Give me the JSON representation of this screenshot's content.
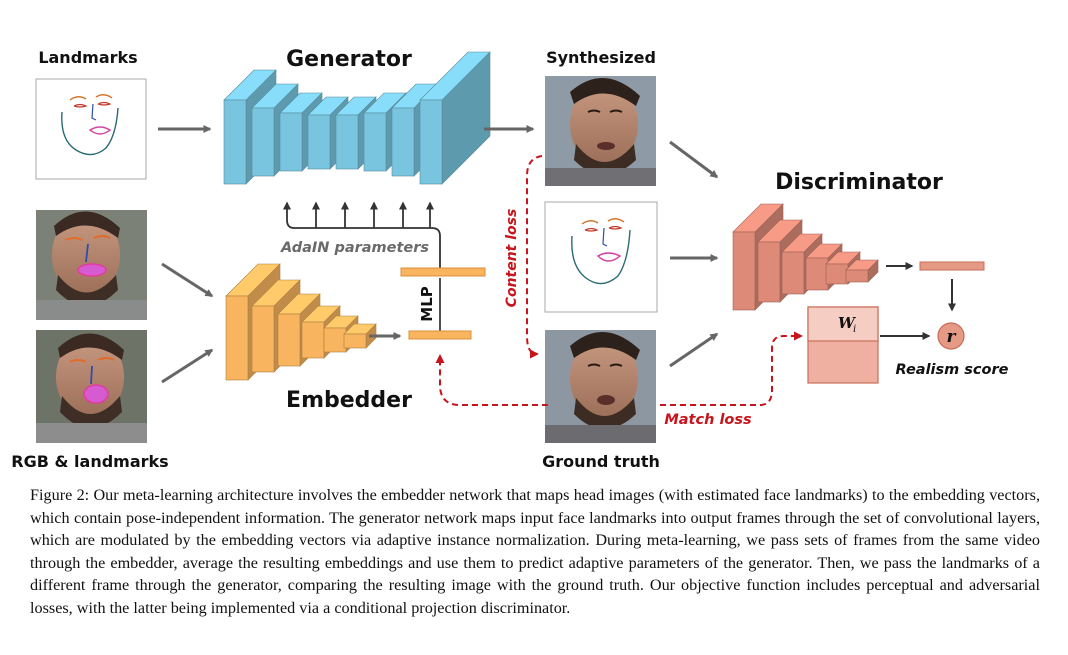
{
  "labels": {
    "landmarks": "Landmarks",
    "generator": "Generator",
    "synthesized": "Synthesized",
    "discriminator": "Discriminator",
    "rgb_landmarks": "RGB & landmarks",
    "embedder": "Embedder",
    "ground_truth": "Ground truth",
    "adain": "AdaIN parameters",
    "mlp": "MLP",
    "content_loss": "Content loss",
    "match_loss": "Match loss",
    "realism_score": "Realism score",
    "w_base": "W",
    "w_sub": "i",
    "r": "r"
  },
  "colors": {
    "generator": "#79c5df",
    "embedder": "#f8b45e",
    "discriminator": "#dd8a78",
    "loss": "#c8141c",
    "arrow": "#666666"
  },
  "caption": "Figure 2: Our meta-learning architecture involves the embedder network that maps head images (with estimated face landmarks) to the embedding vectors, which contain pose-independent information. The generator network maps input face landmarks into output frames through the set of convolutional layers, which are modulated by the embedding vectors via adaptive instance normalization. During meta-learning, we pass sets of frames from the same video through the embedder, average the resulting embeddings and use them to predict adaptive parameters of the generator. Then, we pass the landmarks of a different frame through the generator, comparing the resulting image with the ground truth. Our objective function includes perceptual and adversarial losses, with the latter being implemented via a conditional projection discriminator."
}
